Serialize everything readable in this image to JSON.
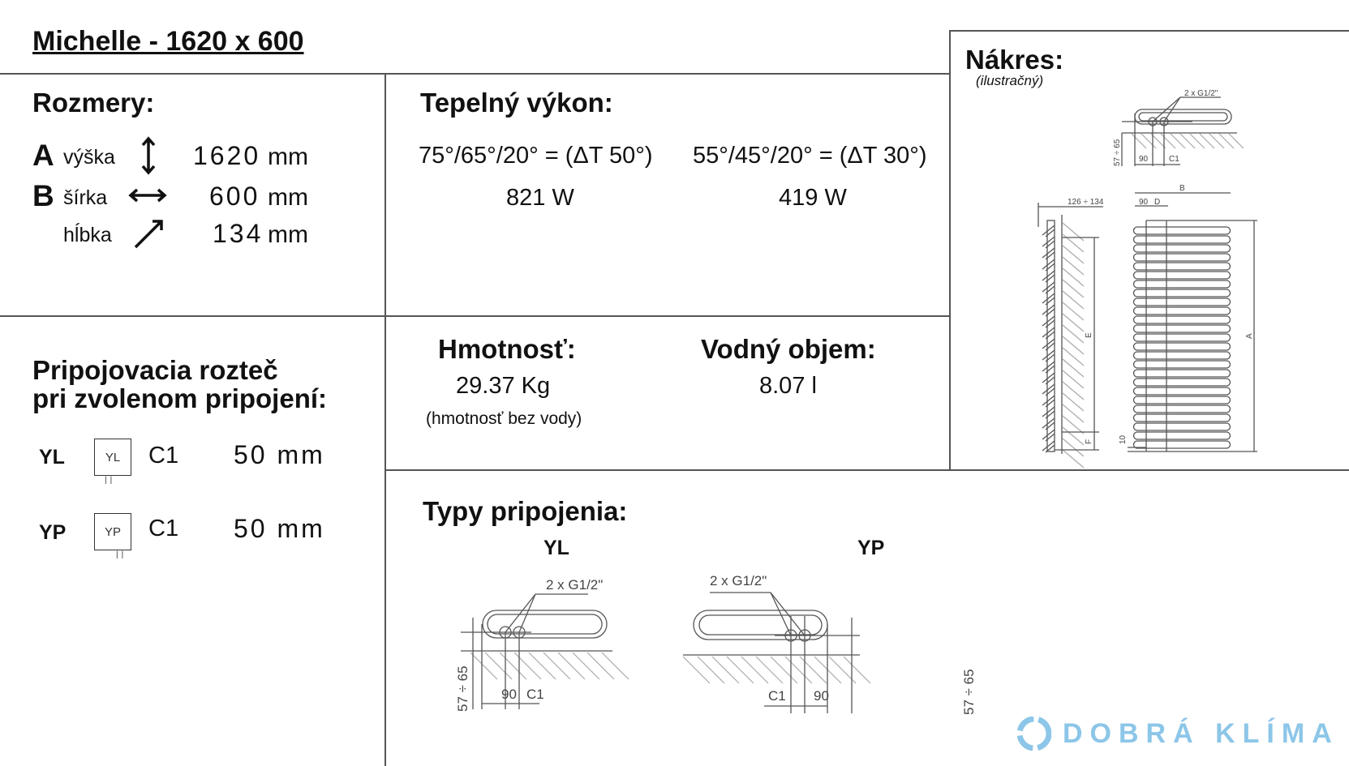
{
  "title": "Michelle - 1620 x 600",
  "dimensions": {
    "heading": "Rozmery:",
    "rows": [
      {
        "letter": "A",
        "label": "výška",
        "icon": "vertical-arrow-icon",
        "value": "1620",
        "unit": "mm"
      },
      {
        "letter": "B",
        "label": "šírka",
        "icon": "horizontal-arrow-icon",
        "value": "600",
        "unit": "mm"
      },
      {
        "letter": "",
        "label": "hĺbka",
        "icon": "diagonal-arrow-icon",
        "value": "134",
        "unit": "mm"
      }
    ]
  },
  "heat_output": {
    "heading": "Tepelný výkon:",
    "columns": [
      {
        "condition": "75°/65°/20° = (ΔT 50°)",
        "value": "821 W"
      },
      {
        "condition": "55°/45°/20° = (ΔT 30°)",
        "value": "419 W"
      }
    ]
  },
  "weight": {
    "heading": "Hmotnosť:",
    "value": "29.37 Kg",
    "note": "(hmotnosť bez vody)"
  },
  "water_volume": {
    "heading": "Vodný objem:",
    "value": "8.07 l"
  },
  "connection_spacing": {
    "heading_line1": "Pripojovacia rozteč",
    "heading_line2": "pri zvolenom pripojení:",
    "rows": [
      {
        "type": "YL",
        "box_label": "YL",
        "code": "C1",
        "value": "50 mm"
      },
      {
        "type": "YP",
        "box_label": "YP",
        "code": "C1",
        "value": "50 mm"
      }
    ]
  },
  "drawing": {
    "heading": "Nákres:",
    "subheading": "(ilustračný)",
    "labels": {
      "thread": "2 x G1/2\"",
      "height_range": "57 ÷ 65",
      "ninety": "90",
      "c1": "C1",
      "depth_range": "126 ÷ 134",
      "b": "B",
      "d": "D",
      "e": "E",
      "f": "F",
      "a": "A",
      "ten": "10"
    }
  },
  "connection_types": {
    "heading": "Typy pripojenia:",
    "items": [
      {
        "label": "YL",
        "thread": "2 x G1/2\"",
        "height_range": "57 ÷ 65",
        "ninety": "90",
        "c1": "C1"
      },
      {
        "label": "YP",
        "thread": "2 x G1/2\"",
        "height_range": "57 ÷ 65",
        "ninety": "90",
        "c1": "C1"
      }
    ]
  },
  "logo": {
    "text": "DOBRÁ KLÍMA",
    "color": "#8cc6e8"
  }
}
